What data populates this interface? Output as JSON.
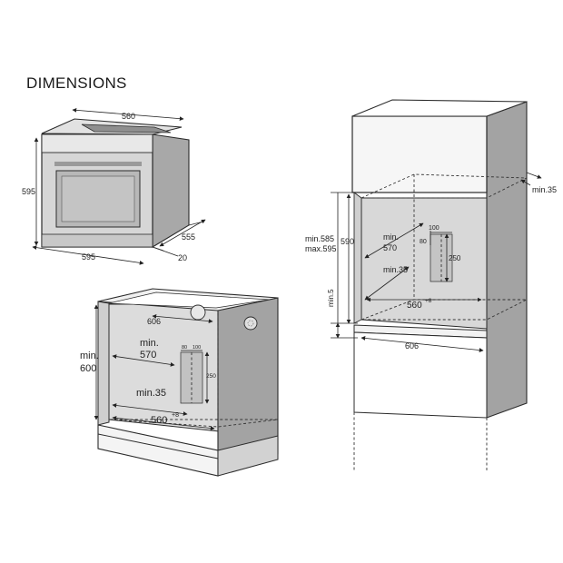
{
  "title": "DIMENSIONS",
  "oven": {
    "width_top": "560",
    "height": "595",
    "width_bottom": "595",
    "depth": "555",
    "front": "20"
  },
  "under_counter": {
    "depth_top": "606",
    "min_height_label": "min.",
    "min_height_value": "600",
    "min_width_label": "min.",
    "min_width_value": "570",
    "slot_a": "80",
    "slot_b": "100",
    "slot_h": "250",
    "min35": "min.35",
    "width_base": "560",
    "width_sup": "+8"
  },
  "column": {
    "min35_side": "min.35",
    "height_range_1": "min.585",
    "height_range_2": "max.595",
    "height": "590",
    "min_width_label": "min.",
    "min_width_value": "570",
    "slot_b": "100",
    "slot_a": "80",
    "slot_h": "250",
    "min35": "min.35",
    "min5": "min.5",
    "width_base": "560",
    "width_sup": "+8",
    "depth": "606"
  },
  "colors": {
    "line": "#2b2b2b",
    "inner_wall": "#d9d9d9",
    "side_wall": "#a3a3a3",
    "oven_body": "#dcdcdc",
    "oven_window": "#bdbdbd"
  }
}
